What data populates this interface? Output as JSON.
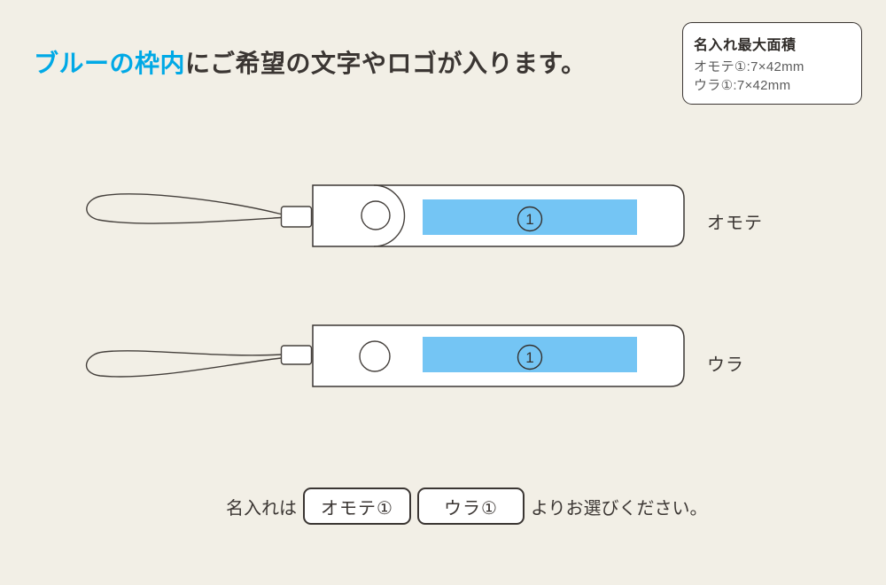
{
  "colors": {
    "background": "#F2EFE6",
    "accent_blue_text": "#00A9E6",
    "print_area_blue": "#74C5F4",
    "line_dark": "#45403C",
    "text_dark": "#3B3633"
  },
  "heading": {
    "highlight": "ブルーの枠内",
    "rest": "にご希望の文字やロゴが入ります。"
  },
  "info_box": {
    "title": "名入れ最大面積",
    "lines": [
      "オモテ①:7×42mm",
      "ウラ①:7×42mm"
    ]
  },
  "products": [
    {
      "label": "オモテ",
      "marker": "1"
    },
    {
      "label": "ウラ",
      "marker": "1"
    }
  ],
  "footer": {
    "prefix": "名入れは",
    "options": [
      "オモテ①",
      "ウラ①"
    ],
    "suffix": "よりお選びください。"
  }
}
